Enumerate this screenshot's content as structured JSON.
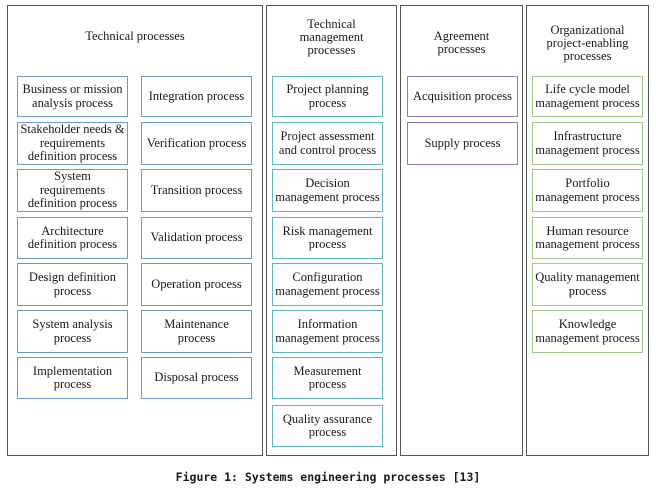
{
  "panels": [
    {
      "id": "technical",
      "title": "Technical processes",
      "color": "#6b9ac4",
      "columns": [
        [
          "Business or mission analysis process",
          "Stakeholder needs & requirements definition process",
          "System requirements definition process",
          "Architecture definition process",
          "Design definition process",
          "System analysis process",
          "Implementation process"
        ],
        [
          "Integration process",
          "Verification process",
          "Transition process",
          "Validation process",
          "Operation process",
          "Maintenance process",
          "Disposal process"
        ]
      ]
    },
    {
      "id": "technical-management",
      "title": "Technical management processes",
      "color": "#5fb8c0",
      "columns": [
        [
          "Project planning process",
          "Project assessment and control process",
          "Decision management process",
          "Risk management process",
          "Configuration management process",
          "Information management process",
          "Measurement process",
          "Quality assurance process"
        ]
      ]
    },
    {
      "id": "agreement",
      "title": "Agreement processes",
      "color": "#8a7fc0",
      "columns": [
        [
          "Acquisition process",
          "Supply process"
        ]
      ]
    },
    {
      "id": "organizational",
      "title": "Organizational project-enabling processes",
      "color": "#9cc78a",
      "columns": [
        [
          "Life cycle model management process",
          "Infrastructure management process",
          "Portfolio management process",
          "Human resource management process",
          "Quality management process",
          "Knowledge management process"
        ]
      ]
    }
  ],
  "caption": "Figure 1: Systems engineering processes [13]"
}
